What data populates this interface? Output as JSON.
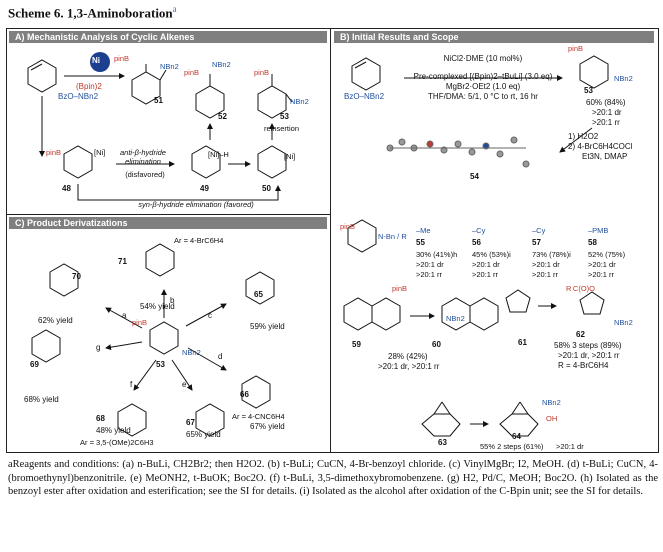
{
  "scheme_title": "Scheme 6. 1,3-Aminoboration",
  "scheme_mark": "a",
  "panels": {
    "a": "A) Mechanistic Analysis of Cyclic Alkenes",
    "b": "B) Initial Results and Scope",
    "c": "C) Product Derivatizations"
  },
  "panel_a": {
    "ni_label": "Ni",
    "reagent_1": "(Bpin)2",
    "reagent_2": "BzO–NBn2",
    "cmpd_48": "48",
    "cmpd_49": "49",
    "cmpd_50": "50",
    "cmpd_51": "51",
    "cmpd_52": "52",
    "cmpd_53": "53",
    "elim_label": "anti-β-hydride elimination",
    "disfavored": "(disfavored)",
    "reinsertion": "reinsertion",
    "syn_label": "syn-β-hydride elimination (favored)"
  },
  "panel_b": {
    "cond_1": "NiCl2·DME (10 mol%)",
    "cond_2": "Pre-complexed [(Bpin)2–tBuLi] (3.0 eq)",
    "cond_3": "MgBr2·OEt2 (1.0 eq)",
    "cond_4": "THF/DMA: 5/1, 0 °C to rt, 16 hr",
    "reagent": "BzO–NBn2",
    "p53": "53",
    "p53_yield": "60% (84%)",
    "p53_dr": ">20:1 dr",
    "p53_rr": ">20:1 rr",
    "xray": "54",
    "step_1": "1) H2O2",
    "step_2": "2) 4-BrC6H4COCl",
    "step_3": "Et3N, DMAP",
    "scope": [
      {
        "id": "55",
        "group": "Me",
        "yield": "30% (41%)h",
        "dr": ">20:1 dr",
        "rr": ">20:1 rr"
      },
      {
        "id": "56",
        "group": "Cy",
        "yield": "45% (53%)i",
        "dr": ">20:1 dr",
        "rr": ">20:1 rr"
      },
      {
        "id": "57",
        "group": "Cy",
        "yield": "73% (78%)i",
        "dr": ">20:1 dr",
        "rr": ">20:1 rr"
      },
      {
        "id": "58",
        "group": "PMB",
        "yield": "52% (75%)",
        "dr": ">20:1 dr",
        "rr": ">20:1 rr"
      }
    ],
    "p60": "60",
    "p60_yield": "28% (42%)",
    "p60_sel": ">20:1 dr, >20:1 rr",
    "s59": "59",
    "s61": "61",
    "p62": "62",
    "p62_yield": "58% 3 steps (89%)",
    "p62_sel": ">20:1 dr, >20:1 rr",
    "p62_r": "R = 4-BrC6H4",
    "s63": "63",
    "p64": "64",
    "p64_yield": "55% 2 steps (61%)",
    "p64_dr": ">20:1 dr"
  },
  "panel_c": {
    "center": "53",
    "items": [
      {
        "id": "70",
        "arrow": "a",
        "yield": "62% yield"
      },
      {
        "id": "71",
        "arrow": "b",
        "yield": "54% yield",
        "note": "Ar = 4-BrC6H4"
      },
      {
        "id": "65",
        "arrow": "c",
        "yield": "59% yield"
      },
      {
        "id": "66",
        "arrow": "d",
        "yield": "67% yield",
        "note": "Ar = 4-CNC6H4"
      },
      {
        "id": "67",
        "arrow": "e",
        "yield": "65% yield"
      },
      {
        "id": "68",
        "arrow": "f",
        "yield": "48% yield",
        "note": "Ar = 3,5-(OMe)2C6H3"
      },
      {
        "id": "69",
        "arrow": "g",
        "yield": "68% yield"
      }
    ]
  },
  "footnote": "aReagents and conditions: (a) n-BuLi, CH2Br2; then H2O2. (b) t-BuLi; CuCN, 4-Br-benzoyl chloride. (c) VinylMgBr; I2, MeOH. (d) t-BuLi; CuCN, 4-(bromoethynyl)benzonitrile. (e) MeONH2, t-BuOK; Boc2O. (f) t-BuLi, 3,5-dimethoxybromobenzene. (g) H2, Pd/C, MeOH; Boc2O. (h) Isolated as the benzoyl ester after oxidation and esterification; see the SI for details. (i) Isolated as the alcohol after oxidation of the C-Bpin unit; see the SI for details.",
  "colors": {
    "pinB": "#c0392b",
    "NBn2": "#1f4e9e",
    "header": "#7f7f7f",
    "ni": "#1d3f8f"
  }
}
